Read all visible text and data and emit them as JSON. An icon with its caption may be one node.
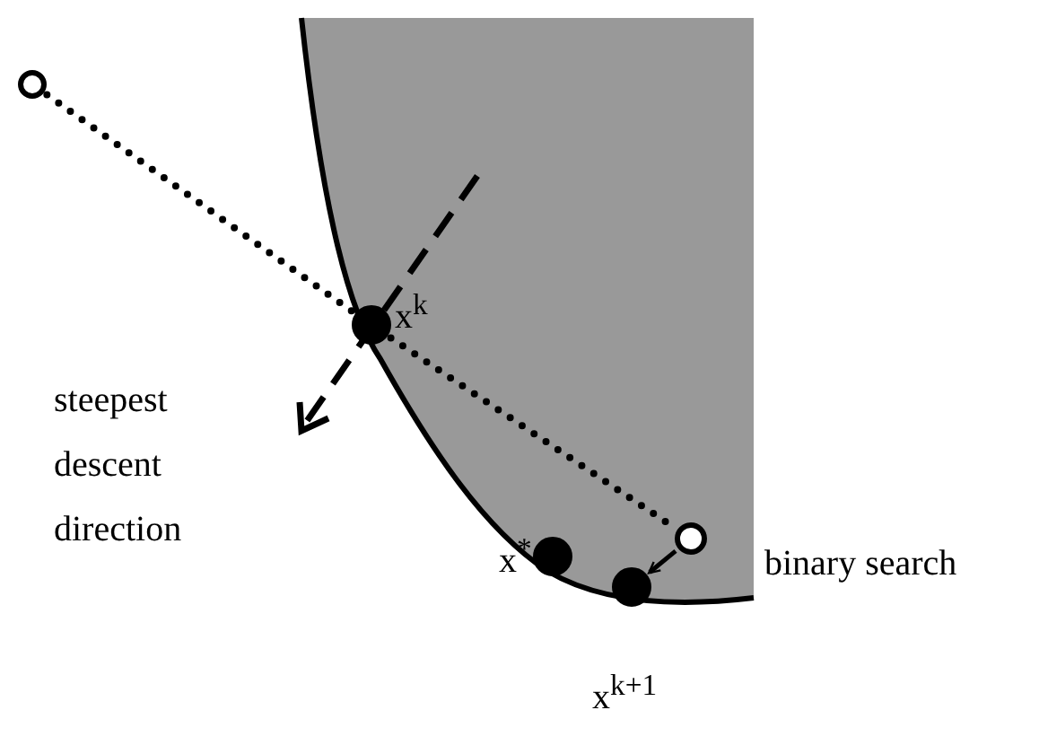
{
  "diagram": {
    "nodes": [
      {
        "text": [],
        "shape": "circle"
      },
      {
        "text": [],
        "shape": "circle",
        "beside": [
          "x$^{k}$"
        ]
      },
      {
        "text": [],
        "shape": "circle"
      },
      {
        "text": [],
        "shape": "circle",
        "beside": [
          "x$^{*}$"
        ]
      },
      {
        "text": [],
        "shape": "circle",
        "beside": [
          "x$^{k+1}$"
        ]
      }
    ],
    "edges": [
      {
        "from": 0,
        "to": 1,
        "arrow": "none",
        "style": "dashed"
      },
      {
        "from": 1,
        "to": 2,
        "arrow": "none",
        "style": "dashed"
      },
      {
        "from": 2,
        "to": 4,
        "arrow": "to",
        "label": "binary search"
      }
    ],
    "labels": [
      "steepest descent direction"
    ]
  }
}
